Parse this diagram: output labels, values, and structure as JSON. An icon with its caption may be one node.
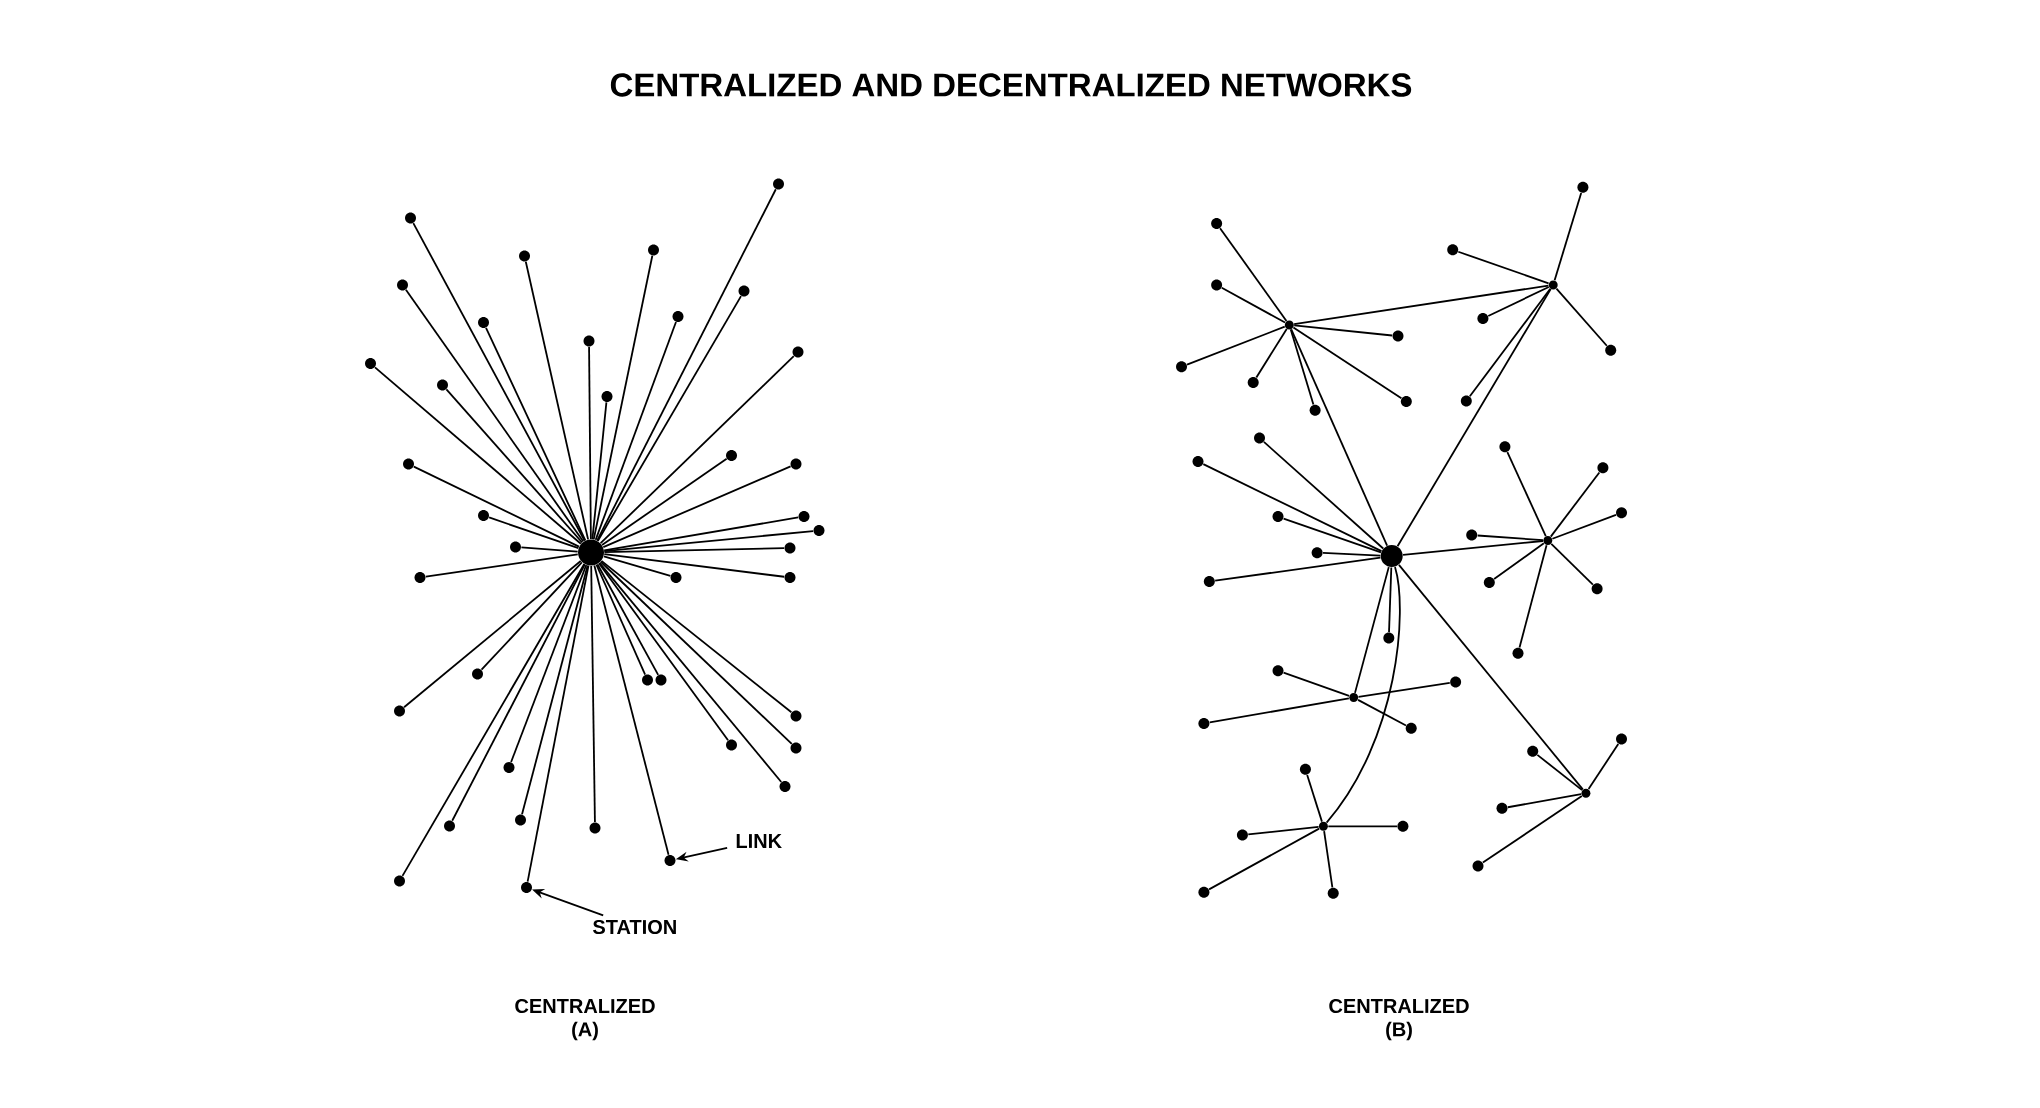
{
  "diagram": {
    "title": "CENTRALIZED AND DECENTRALIZED NETWORKS",
    "nodes": [
      {
        "text": [],
        "shape": "circle"
      },
      {
        "text": [],
        "shape": "circle"
      },
      {
        "text": [],
        "shape": "circle"
      },
      {
        "text": [],
        "shape": "circle"
      },
      {
        "text": [],
        "shape": "circle"
      },
      {
        "text": [],
        "shape": "circle"
      },
      {
        "text": [],
        "shape": "circle"
      },
      {
        "text": [],
        "shape": "circle"
      },
      {
        "text": [],
        "shape": "circle"
      },
      {
        "text": [],
        "shape": "circle"
      },
      {
        "text": [],
        "shape": "circle"
      },
      {
        "text": [],
        "shape": "circle"
      },
      {
        "text": [],
        "shape": "circle"
      },
      {
        "text": [],
        "shape": "circle"
      },
      {
        "text": [],
        "shape": "circle"
      },
      {
        "text": [],
        "shape": "circle"
      },
      {
        "text": [],
        "shape": "circle"
      },
      {
        "text": [],
        "shape": "circle"
      },
      {
        "text": [],
        "shape": "circle"
      },
      {
        "text": [],
        "shape": "circle"
      },
      {
        "text": [],
        "shape": "circle"
      },
      {
        "text": [],
        "shape": "circle"
      },
      {
        "text": [],
        "shape": "circle"
      },
      {
        "text": [],
        "shape": "circle"
      },
      {
        "text": [],
        "shape": "circle"
      },
      {
        "text": [],
        "shape": "circle"
      },
      {
        "text": [],
        "shape": "circle"
      },
      {
        "text": [],
        "shape": "circle"
      },
      {
        "text": [],
        "shape": "circle"
      },
      {
        "text": [],
        "shape": "circle"
      },
      {
        "text": [],
        "shape": "circle"
      },
      {
        "text": [],
        "shape": "circle"
      },
      {
        "text": [],
        "shape": "circle"
      },
      {
        "text": [],
        "shape": "circle"
      },
      {
        "text": [],
        "shape": "circle"
      },
      {
        "text": [],
        "shape": "circle"
      },
      {
        "text": [],
        "shape": "circle"
      },
      {
        "text": [],
        "shape": "circle"
      },
      {
        "text": [],
        "shape": "circle"
      },
      {
        "text": [],
        "shape": "circle"
      },
      {
        "text": [],
        "shape": "circle"
      },
      {
        "text": [],
        "shape": "circle"
      },
      {
        "text": [],
        "shape": "circle"
      },
      {
        "text": [],
        "shape": "circle"
      },
      {
        "text": [],
        "shape": "circle"
      },
      {
        "text": [],
        "shape": "circle"
      },
      {
        "text": [],
        "shape": "circle"
      },
      {
        "text": [],
        "shape": "circle"
      },
      {
        "text": [],
        "shape": "circle"
      },
      {
        "text": [],
        "shape": "circle"
      },
      {
        "text": [],
        "shape": "circle"
      },
      {
        "text": [],
        "shape": "circle"
      },
      {
        "text": [],
        "shape": "circle"
      },
      {
        "text": [],
        "shape": "circle"
      },
      {
        "text": [],
        "shape": "circle"
      },
      {
        "text": [],
        "shape": "circle"
      },
      {
        "text": [],
        "shape": "circle"
      },
      {
        "text": [],
        "shape": "circle"
      },
      {
        "text": [],
        "shape": "circle"
      },
      {
        "text": [],
        "shape": "circle"
      },
      {
        "text": [],
        "shape": "circle"
      },
      {
        "text": [],
        "shape": "circle"
      },
      {
        "text": [],
        "shape": "circle"
      },
      {
        "text": [],
        "shape": "circle"
      },
      {
        "text": [],
        "shape": "circle"
      },
      {
        "text": [],
        "shape": "circle"
      },
      {
        "text": [],
        "shape": "circle"
      },
      {
        "text": [],
        "shape": "circle"
      },
      {
        "text": [],
        "shape": "circle"
      },
      {
        "text": [],
        "shape": "circle"
      },
      {
        "text": [],
        "shape": "circle"
      },
      {
        "text": [],
        "shape": "circle"
      },
      {
        "text": [],
        "shape": "circle"
      },
      {
        "text": [],
        "shape": "circle"
      },
      {
        "text": [],
        "shape": "circle"
      },
      {
        "text": [],
        "shape": "circle"
      },
      {
        "text": [],
        "shape": "circle"
      },
      {
        "text": [],
        "shape": "circle"
      },
      {
        "text": [],
        "shape": "circle"
      },
      {
        "text": [],
        "shape": "circle"
      },
      {
        "text": [],
        "shape": "circle"
      },
      {
        "text": [],
        "shape": "circle"
      },
      {
        "text": [],
        "shape": "circle"
      },
      {
        "text": [],
        "shape": "circle"
      },
      {
        "text": [],
        "shape": "circle"
      },
      {
        "text": [
          "LINK"
        ]
      },
      {
        "text": [
          "STATION"
        ]
      }
    ],
    "edges": [
      {
        "from": 0,
        "to": 1,
        "arrow": "none"
      },
      {
        "from": 0,
        "to": 2,
        "arrow": "none"
      },
      {
        "from": 0,
        "to": 3,
        "arrow": "none"
      },
      {
        "from": 0,
        "to": 4,
        "arrow": "none"
      },
      {
        "from": 0,
        "to": 5,
        "arrow": "none"
      },
      {
        "from": 0,
        "to": 6,
        "arrow": "none"
      },
      {
        "from": 0,
        "to": 7,
        "arrow": "none"
      },
      {
        "from": 0,
        "to": 8,
        "arrow": "none"
      },
      {
        "from": 0,
        "to": 9,
        "arrow": "none"
      },
      {
        "from": 0,
        "to": 10,
        "arrow": "none"
      },
      {
        "from": 0,
        "to": 11,
        "arrow": "none"
      },
      {
        "from": 0,
        "to": 12,
        "arrow": "none"
      },
      {
        "from": 0,
        "to": 13,
        "arrow": "none"
      },
      {
        "from": 0,
        "to": 14,
        "arrow": "none"
      },
      {
        "from": 0,
        "to": 15,
        "arrow": "none"
      },
      {
        "from": 0,
        "to": 16,
        "arrow": "none"
      },
      {
        "from": 0,
        "to": 17,
        "arrow": "none"
      },
      {
        "from": 0,
        "to": 18,
        "arrow": "none"
      },
      {
        "from": 0,
        "to": 19,
        "arrow": "none"
      },
      {
        "from": 0,
        "to": 20,
        "arrow": "none"
      },
      {
        "from": 0,
        "to": 21,
        "arrow": "none"
      },
      {
        "from": 0,
        "to": 22,
        "arrow": "none"
      },
      {
        "from": 0,
        "to": 23,
        "arrow": "none"
      },
      {
        "from": 0,
        "to": 24,
        "arrow": "none"
      },
      {
        "from": 0,
        "to": 25,
        "arrow": "none"
      },
      {
        "from": 0,
        "to": 26,
        "arrow": "none"
      },
      {
        "from": 0,
        "to": 27,
        "arrow": "none"
      },
      {
        "from": 0,
        "to": 28,
        "arrow": "none"
      },
      {
        "from": 0,
        "to": 29,
        "arrow": "none"
      },
      {
        "from": 0,
        "to": 30,
        "arrow": "none"
      },
      {
        "from": 0,
        "to": 31,
        "arrow": "none"
      },
      {
        "from": 0,
        "to": 32,
        "arrow": "none"
      },
      {
        "from": 0,
        "to": 33,
        "arrow": "none"
      },
      {
        "from": 0,
        "to": 34,
        "arrow": "none"
      },
      {
        "from": 0,
        "to": 35,
        "arrow": "none"
      },
      {
        "from": 0,
        "to": 36,
        "arrow": "none"
      },
      {
        "from": 0,
        "to": 37,
        "arrow": "none"
      },
      {
        "from": 0,
        "to": 38,
        "arrow": "none"
      },
      {
        "from": 0,
        "to": 39,
        "arrow": "none"
      },
      {
        "from": 40,
        "to": 41,
        "arrow": "none"
      },
      {
        "from": 40,
        "to": 42,
        "arrow": "none"
      },
      {
        "from": 41,
        "to": 42,
        "arrow": "none"
      },
      {
        "from": 40,
        "to": 43,
        "arrow": "none"
      },
      {
        "from": 40,
        "to": 44,
        "arrow": "none"
      },
      {
        "from": 40,
        "to": 45,
        "arrow": "none"
      },
      {
        "from": 40,
        "to": 46,
        "arrow": "none"
      },
      {
        "from": 40,
        "to": 59,
        "arrow": "none"
      },
      {
        "from": 40,
        "to": 60,
        "arrow": "none"
      },
      {
        "from": 40,
        "to": 61,
        "arrow": "none"
      },
      {
        "from": 40,
        "to": 62,
        "arrow": "none"
      },
      {
        "from": 40,
        "to": 63,
        "arrow": "none"
      },
      {
        "from": 40,
        "to": 64,
        "arrow": "none"
      },
      {
        "from": 41,
        "to": 47,
        "arrow": "none"
      },
      {
        "from": 41,
        "to": 48,
        "arrow": "none"
      },
      {
        "from": 41,
        "to": 49,
        "arrow": "none"
      },
      {
        "from": 41,
        "to": 50,
        "arrow": "none"
      },
      {
        "from": 41,
        "to": 51,
        "arrow": "none"
      },
      {
        "from": 41,
        "to": 52,
        "arrow": "none"
      },
      {
        "from": 41,
        "to": 53,
        "arrow": "none"
      },
      {
        "from": 42,
        "to": 54,
        "arrow": "none"
      },
      {
        "from": 42,
        "to": 55,
        "arrow": "none"
      },
      {
        "from": 42,
        "to": 56,
        "arrow": "none"
      },
      {
        "from": 42,
        "to": 57,
        "arrow": "none"
      },
      {
        "from": 42,
        "to": 58,
        "arrow": "none"
      },
      {
        "from": 43,
        "to": 65,
        "arrow": "none"
      },
      {
        "from": 43,
        "to": 66,
        "arrow": "none"
      },
      {
        "from": 43,
        "to": 67,
        "arrow": "none"
      },
      {
        "from": 43,
        "to": 68,
        "arrow": "none"
      },
      {
        "from": 43,
        "to": 69,
        "arrow": "none"
      },
      {
        "from": 43,
        "to": 70,
        "arrow": "none"
      },
      {
        "from": 43,
        "to": 71,
        "arrow": "none"
      },
      {
        "from": 44,
        "to": 72,
        "arrow": "none"
      },
      {
        "from": 44,
        "to": 73,
        "arrow": "none"
      },
      {
        "from": 44,
        "to": 74,
        "arrow": "none"
      },
      {
        "from": 44,
        "to": 75,
        "arrow": "none"
      },
      {
        "from": 45,
        "to": 76,
        "arrow": "none"
      },
      {
        "from": 45,
        "to": 77,
        "arrow": "none"
      },
      {
        "from": 45,
        "to": 78,
        "arrow": "none"
      },
      {
        "from": 45,
        "to": 79,
        "arrow": "none"
      },
      {
        "from": 45,
        "to": 80,
        "arrow": "none"
      },
      {
        "from": 46,
        "to": 81,
        "arrow": "none"
      },
      {
        "from": 46,
        "to": 82,
        "arrow": "none"
      },
      {
        "from": 46,
        "to": 83,
        "arrow": "none"
      },
      {
        "from": 46,
        "to": 84,
        "arrow": "none"
      },
      {
        "from": 85,
        "to": 38,
        "arrow": "to"
      },
      {
        "from": 86,
        "to": 39,
        "arrow": "to"
      }
    ],
    "labels": [
      "CENTRALIZED",
      "(A)",
      "CENTRALIZED",
      "(B)"
    ]
  }
}
